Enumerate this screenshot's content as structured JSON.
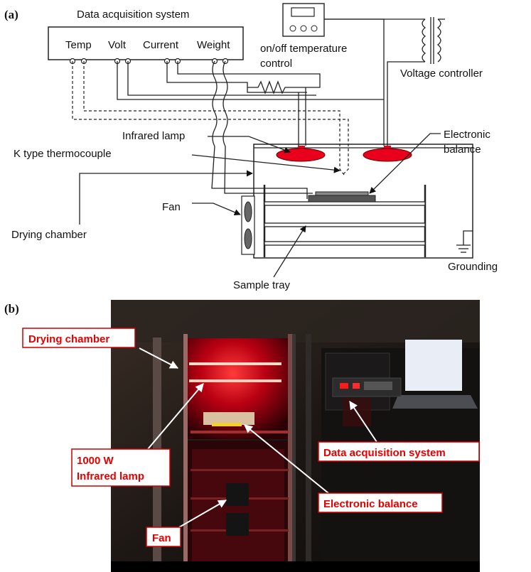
{
  "panel_a": {
    "label": "(a)",
    "daq_title": "Data acquisition system",
    "daq_channels": [
      "Temp",
      "Volt",
      "Current",
      "Weight"
    ],
    "temp_control": [
      "on/off temperature",
      "control"
    ],
    "voltage_controller": "Voltage controller",
    "infrared_lamp": "Infrared lamp",
    "electronic_balance": [
      "Electronic",
      "balance"
    ],
    "thermocouple": "K type thermocouple",
    "fan": "Fan",
    "drying_chamber": "Drying chamber",
    "grounding": "Grounding",
    "sample_tray": "Sample tray"
  },
  "panel_b": {
    "label": "(b)",
    "annotations": {
      "drying_chamber": "Drying chamber",
      "infrared_lamp": [
        "1000 W",
        "Infrared lamp"
      ],
      "data_acquisition": "Data acquisition system",
      "electronic_balance": "Electronic balance",
      "fan": "Fan"
    }
  },
  "colors": {
    "lamp_red": "#e8001c",
    "annotation_red": "#e60000",
    "line": "#222222"
  }
}
